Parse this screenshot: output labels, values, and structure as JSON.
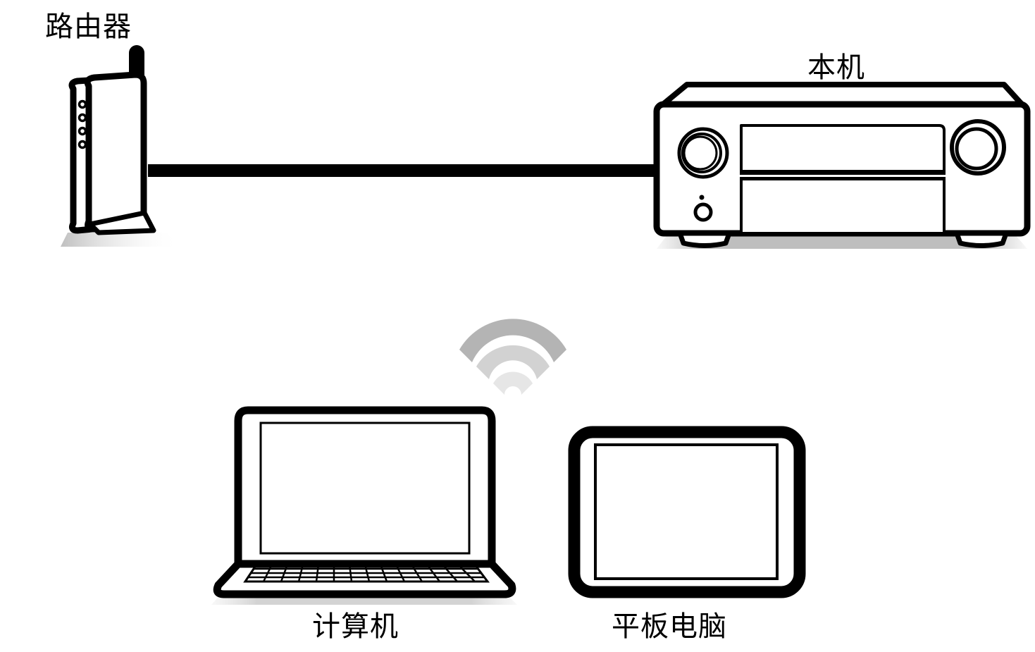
{
  "diagram": {
    "title": "Network connection diagram",
    "background_color": "#ffffff",
    "line_color": "#000000",
    "shadow_color": "#c8c8c8",
    "wifi_color_outer": "#b4b4b4",
    "wifi_color_middle": "#d2d2d2",
    "wifi_color_inner": "#e6e6e6",
    "labels": {
      "router": "路由器",
      "unit": "本机",
      "computer": "计算机",
      "tablet": "平板电脑"
    },
    "nodes": [
      {
        "id": "router",
        "label": "路由器",
        "icon": "wireless-router-icon",
        "label_position": "top-left",
        "led_count": 4,
        "antenna": true
      },
      {
        "id": "unit",
        "label": "本机",
        "icon": "av-receiver-icon",
        "label_position": "top",
        "knobs": 2,
        "display_panels": 2,
        "power_button": true,
        "feet": 2
      },
      {
        "id": "computer",
        "label": "计算机",
        "icon": "laptop-icon",
        "label_position": "bottom"
      },
      {
        "id": "tablet",
        "label": "平板电脑",
        "icon": "tablet-icon",
        "label_position": "bottom"
      }
    ],
    "connections": [
      {
        "id": "router-to-unit",
        "from": "router",
        "to": "unit",
        "type": "wired",
        "icon": "ethernet-cable-icon",
        "style": "solid-thick-line"
      },
      {
        "id": "wireless-link",
        "from": "router",
        "to": "computer-and-tablet",
        "type": "wireless",
        "icon": "wifi-signal-icon",
        "arcs": 3
      }
    ]
  }
}
